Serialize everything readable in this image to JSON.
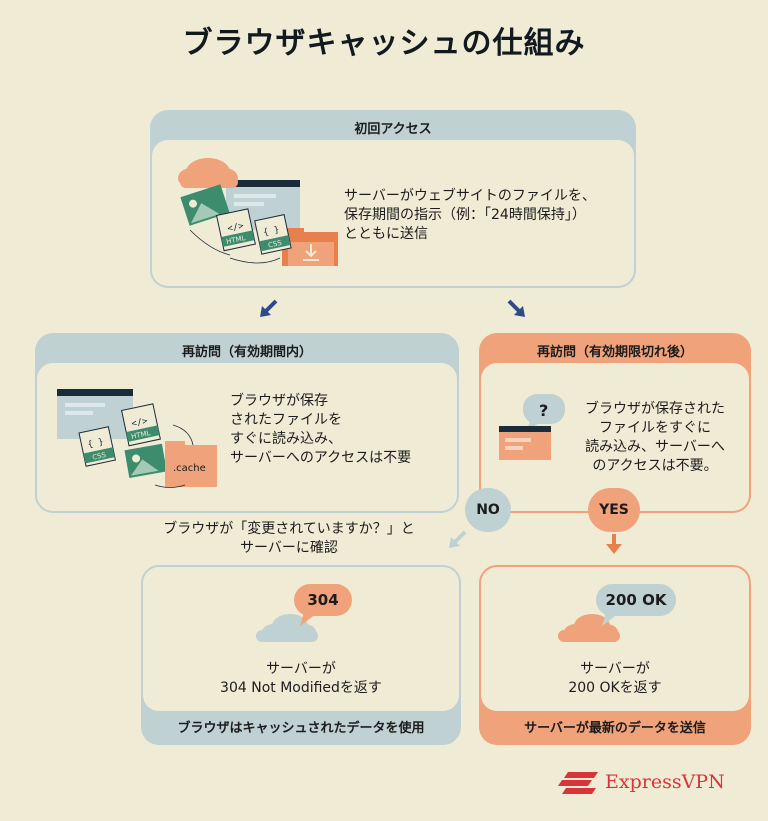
{
  "title": "ブラウザキャッシュの仕組み",
  "first_access": {
    "header": "初回アクセス",
    "text": [
      "サーバーがウェブサイトのファイルを、",
      "保存期間の指示（例：「24時間保持」）",
      "とともに送信"
    ],
    "icon_labels": {
      "html": "HTML",
      "css": "CSS",
      "code": "</>",
      "braces": "{ }"
    }
  },
  "revisit_valid": {
    "header": "再訪問（有効期間内）",
    "text": [
      "ブラウザが保存",
      "されたファイルを",
      "すぐに読み込み、",
      "サーバーへのアクセスは不要"
    ],
    "icon_labels": {
      "html": "HTML",
      "css": "CSS",
      "code": "</>",
      "braces": "{ }",
      "cache": ".cache"
    }
  },
  "revisit_expired": {
    "header": "再訪問（有効期限切れ後）",
    "text": [
      "ブラウザが保存された",
      "ファイルをすぐに",
      "読み込み、サーバーへ",
      "のアクセスは不要。"
    ],
    "question_mark": "?"
  },
  "decision": {
    "no_label": "NO",
    "yes_label": "YES",
    "question": [
      "ブラウザが「変更されていますか？」と",
      "サーバーに確認"
    ]
  },
  "result_304": {
    "bubble": "304",
    "text": [
      "サーバーが",
      "304 Not Modifiedを返す"
    ],
    "footer": "ブラウザはキャッシュされたデータを使用"
  },
  "result_200": {
    "bubble": "200 OK",
    "text": [
      "サーバーが",
      "200 OKを返す"
    ],
    "footer": "サーバーが最新のデータを送信"
  },
  "brand": {
    "name": "ExpressVPN"
  },
  "colors": {
    "background": "#f0ebd5",
    "blue_frame": "#bfd1d2",
    "orange_frame": "#f0a27a",
    "arrow_blue": "#2f4a8a",
    "arrow_orange": "#e8804e",
    "brand_red": "#d8343a",
    "green": "#3d8c6e"
  }
}
